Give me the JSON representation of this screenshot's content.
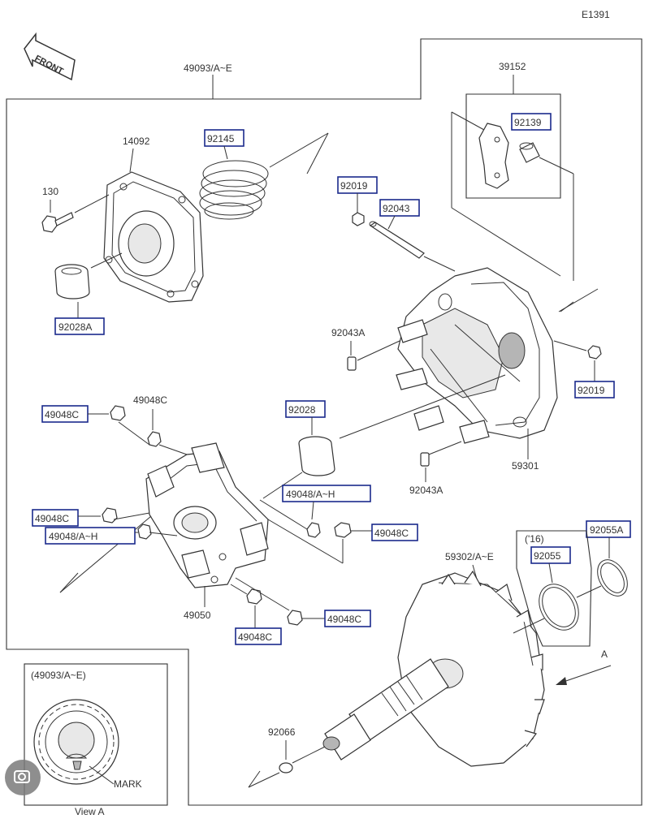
{
  "diagram_code": "E1391",
  "front_label": "FRONT",
  "assembly_label": "49093/A~E",
  "view_detail": {
    "title": "(49093/A~E)",
    "mark_label": "MARK",
    "caption": "View A"
  },
  "view_arrow_label": "A",
  "year_note": "('16)",
  "parts": {
    "p14092": "14092",
    "p130": "130",
    "p92145": "92145",
    "p92028A": "92028A",
    "p39152": "39152",
    "p92139": "92139",
    "p92019_top": "92019",
    "p92043": "92043",
    "p92043A_top": "92043A",
    "p92019_right": "92019",
    "p59301": "59301",
    "p92043A_bottom": "92043A",
    "p92028": "92028",
    "p49048C_1": "49048C",
    "p49048C_2": "49048C",
    "p49048C_3": "49048C",
    "p49048AH_1": "49048/A~H",
    "p49048AH_2": "49048/A~H",
    "p49048C_4": "49048C",
    "p49050": "49050",
    "p49048C_5": "49048C",
    "p49048C_6": "49048C",
    "p59302": "59302/A~E",
    "p92055A": "92055A",
    "p92055": "92055",
    "p92066": "92066"
  }
}
